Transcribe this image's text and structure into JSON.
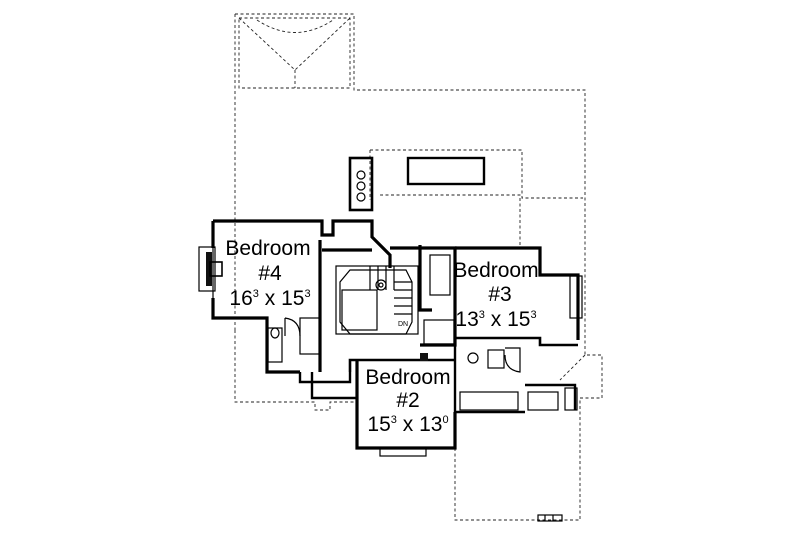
{
  "rooms": [
    {
      "name": "Bedroom",
      "number": "#4",
      "dim_w": "16",
      "dim_w_sup": "3",
      "dim_h": "15",
      "dim_h_sup": "3"
    },
    {
      "name": "Bedroom",
      "number": "#3",
      "dim_w": "13",
      "dim_w_sup": "3",
      "dim_h": "15",
      "dim_h_sup": "3"
    },
    {
      "name": "Bedroom",
      "number": "#2",
      "dim_w": "15",
      "dim_w_sup": "3",
      "dim_h": "13",
      "dim_h_sup": "0"
    }
  ],
  "stair_label": "DN",
  "separator": "x"
}
